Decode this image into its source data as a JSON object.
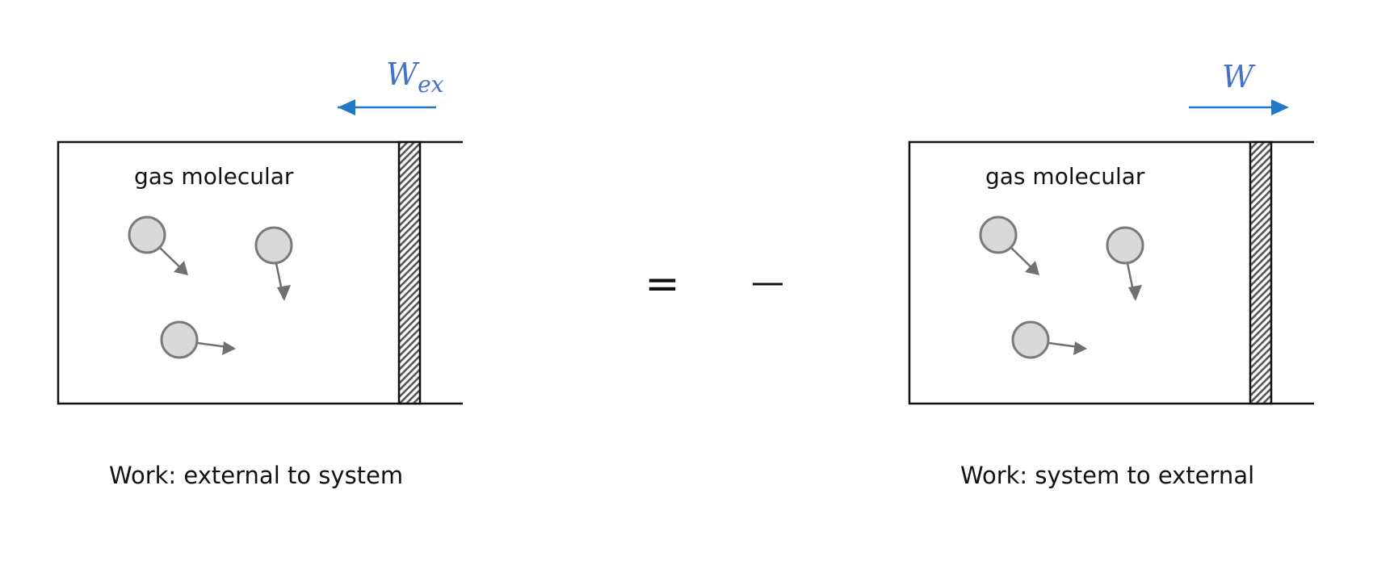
{
  "colors": {
    "accent": "#4472c4",
    "arrow_blue": "#1f78c8",
    "molecule_fill": "#d9d9d9",
    "molecule_stroke": "#7a7a7a",
    "outline": "#111111"
  },
  "left_panel": {
    "work_symbol": "W",
    "work_subscript": "ex",
    "work_arrow_direction": "left",
    "box_label": "gas molecular",
    "caption": "Work: external to system"
  },
  "operators": {
    "equals": "=",
    "minus": "−"
  },
  "right_panel": {
    "work_symbol": "W",
    "work_arrow_direction": "right",
    "box_label": "gas molecular",
    "caption": "Work: system to external"
  }
}
